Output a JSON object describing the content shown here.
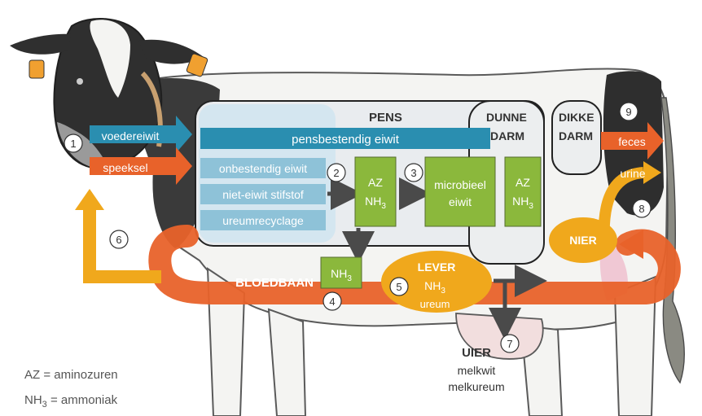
{
  "labels": {
    "pens": "PENS",
    "dunne1": "DUNNE",
    "dunne2": "DARM",
    "dikke1": "DIKKE",
    "dikke2": "DARM",
    "voedereiwit": "voedereiwit",
    "speeksel": "speeksel",
    "pensbestendig": "pensbestendig eiwit",
    "onbestendig": "onbestendig eiwit",
    "niet_eiwit": "niet-eiwit stifstof",
    "ureumrecyclage": "ureumrecyclage",
    "az": "AZ",
    "nh3_nh": "NH",
    "nh3_sub": "3",
    "microbieel1": "microbieel",
    "microbieel2": "eiwit",
    "feces": "feces",
    "urine": "urine",
    "nier": "NIER",
    "bloedbaan": "BLOEDBAAN",
    "lever": "LEVER",
    "ureum": "ureum",
    "uier": "UIER",
    "melkwit": "melkwit",
    "melkureum": "melkureum"
  },
  "steps": [
    "1",
    "2",
    "3",
    "4",
    "5",
    "6",
    "7",
    "8",
    "9"
  ],
  "legend": {
    "az_line": "AZ = aminozuren",
    "nh3_prefix": "NH",
    "nh3_sub": "3",
    "nh3_suffix": " = ammoniak"
  },
  "colors": {
    "blue": "#2a8eb0",
    "light_blue": "#8ec2d8",
    "orange": "#e8622a",
    "yellow": "#f0a81c",
    "green": "#8bb83c",
    "dark_gray": "#4a4a4a",
    "panel": "#e9ecef"
  }
}
